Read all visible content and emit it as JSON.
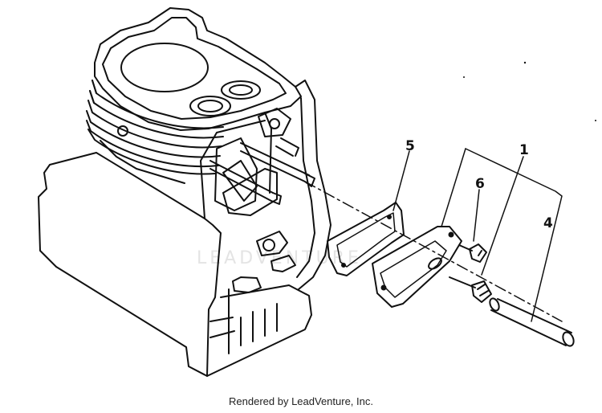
{
  "diagram": {
    "watermark": "LEADVENTURE",
    "callouts": {
      "part_1": "1",
      "part_4": "4",
      "part_5": "5",
      "part_6": "6"
    }
  },
  "footer": {
    "credit": "Rendered by LeadVenture, Inc."
  },
  "colors": {
    "line": "#111111",
    "background": "#ffffff",
    "watermark": "#e4e4e4"
  }
}
